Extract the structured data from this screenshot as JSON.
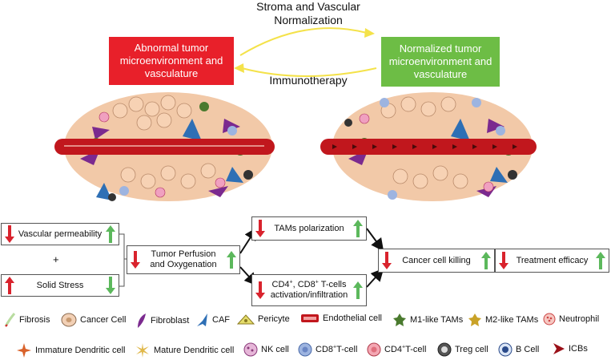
{
  "header": {
    "top_label_line1": "Stroma and Vascular",
    "top_label_line2": "Normalization",
    "bottom_label": "Immunotherapy"
  },
  "states": {
    "abnormal": {
      "text": "Abnormal tumor microenvironment and vasculature",
      "color": "#e8202a"
    },
    "normalized": {
      "text": "Normalized tumor microenvironment and vasculature",
      "color": "#6dbd45"
    }
  },
  "flow": {
    "vascular_permeability": "Vascular permeability",
    "plus": "+",
    "solid_stress": "Solid Stress",
    "perfusion_line1": "Tumor Perfusion",
    "perfusion_line2": "and Oxygenation",
    "tams": "TAMs polarization",
    "cd_line1_a": "CD4",
    "cd_line1_b": ", CD8",
    "cd_line1_c": " T-cells",
    "cd_sup": "+",
    "cd_line2": "activation/infiltration",
    "killing": "Cancer cell killing",
    "efficacy": "Treatment efficacy"
  },
  "legend": {
    "fibrosis": "Fibrosis",
    "cancer_cell": "Cancer Cell",
    "fibroblast": "Fibroblast",
    "caf": "CAF",
    "pericyte": "Pericyte",
    "endothelial": "Endothelial cell",
    "m1": "M1-like TAMs",
    "m2": "M2-like TAMs",
    "neutrophil": "Neutrophil",
    "immature_dc": "Immature Dendritic cell",
    "mature_dc": "Mature Dendritic cell",
    "nk": "NK cell",
    "cd8_a": "CD8",
    "cd8_b": "T-cell",
    "cd4_a": "CD4",
    "cd4_b": "T-cell",
    "sup_plus": "+",
    "treg": "Treg cell",
    "bcell": "B Cell",
    "icbs": "ICBs"
  },
  "colors": {
    "up_arrow": "#5cb85c",
    "down_arrow": "#d9232d",
    "cycle_arrow": "#f4e24a",
    "vessel": "#c1171d"
  }
}
